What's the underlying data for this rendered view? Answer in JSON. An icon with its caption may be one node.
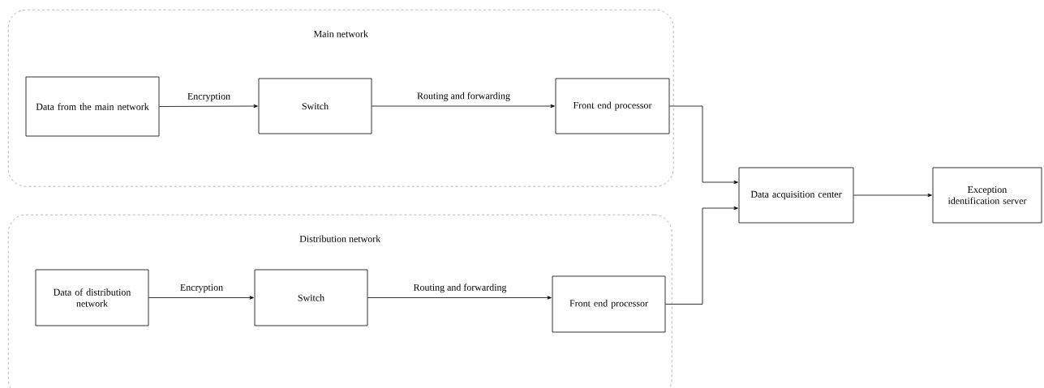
{
  "diagram": {
    "nodes": [
      {
        "text": [
          "Main network"
        ]
      },
      {
        "text": [
          "Data from the main network"
        ],
        "in": 0
      },
      {
        "text": [
          "Switch"
        ],
        "in": 0
      },
      {
        "text": [
          "Front end processor"
        ],
        "in": 0
      },
      {
        "text": [
          "Distribution network"
        ]
      },
      {
        "text": [
          "Data of distribution network"
        ],
        "in": 4
      },
      {
        "text": [
          "Switch"
        ],
        "in": 4
      },
      {
        "text": [
          "Front end processor"
        ],
        "in": 4
      },
      {
        "text": [
          "Data acquisition center"
        ]
      },
      {
        "text": [
          "Exception identification server"
        ]
      }
    ],
    "edges": [
      {
        "from": 1,
        "to": 2,
        "arrow": "to",
        "label": "Encryption"
      },
      {
        "from": 2,
        "to": 3,
        "arrow": "to",
        "label": "Routing and forwarding"
      },
      {
        "from": 5,
        "to": 6,
        "arrow": "to",
        "label": "Encryption"
      },
      {
        "from": 6,
        "to": 7,
        "arrow": "to",
        "label": "Routing and forwarding"
      },
      {
        "from": 3,
        "to": 8,
        "arrow": "to"
      },
      {
        "from": 7,
        "to": 8,
        "arrow": "to"
      },
      {
        "from": 8,
        "to": 9,
        "arrow": "to"
      }
    ]
  }
}
